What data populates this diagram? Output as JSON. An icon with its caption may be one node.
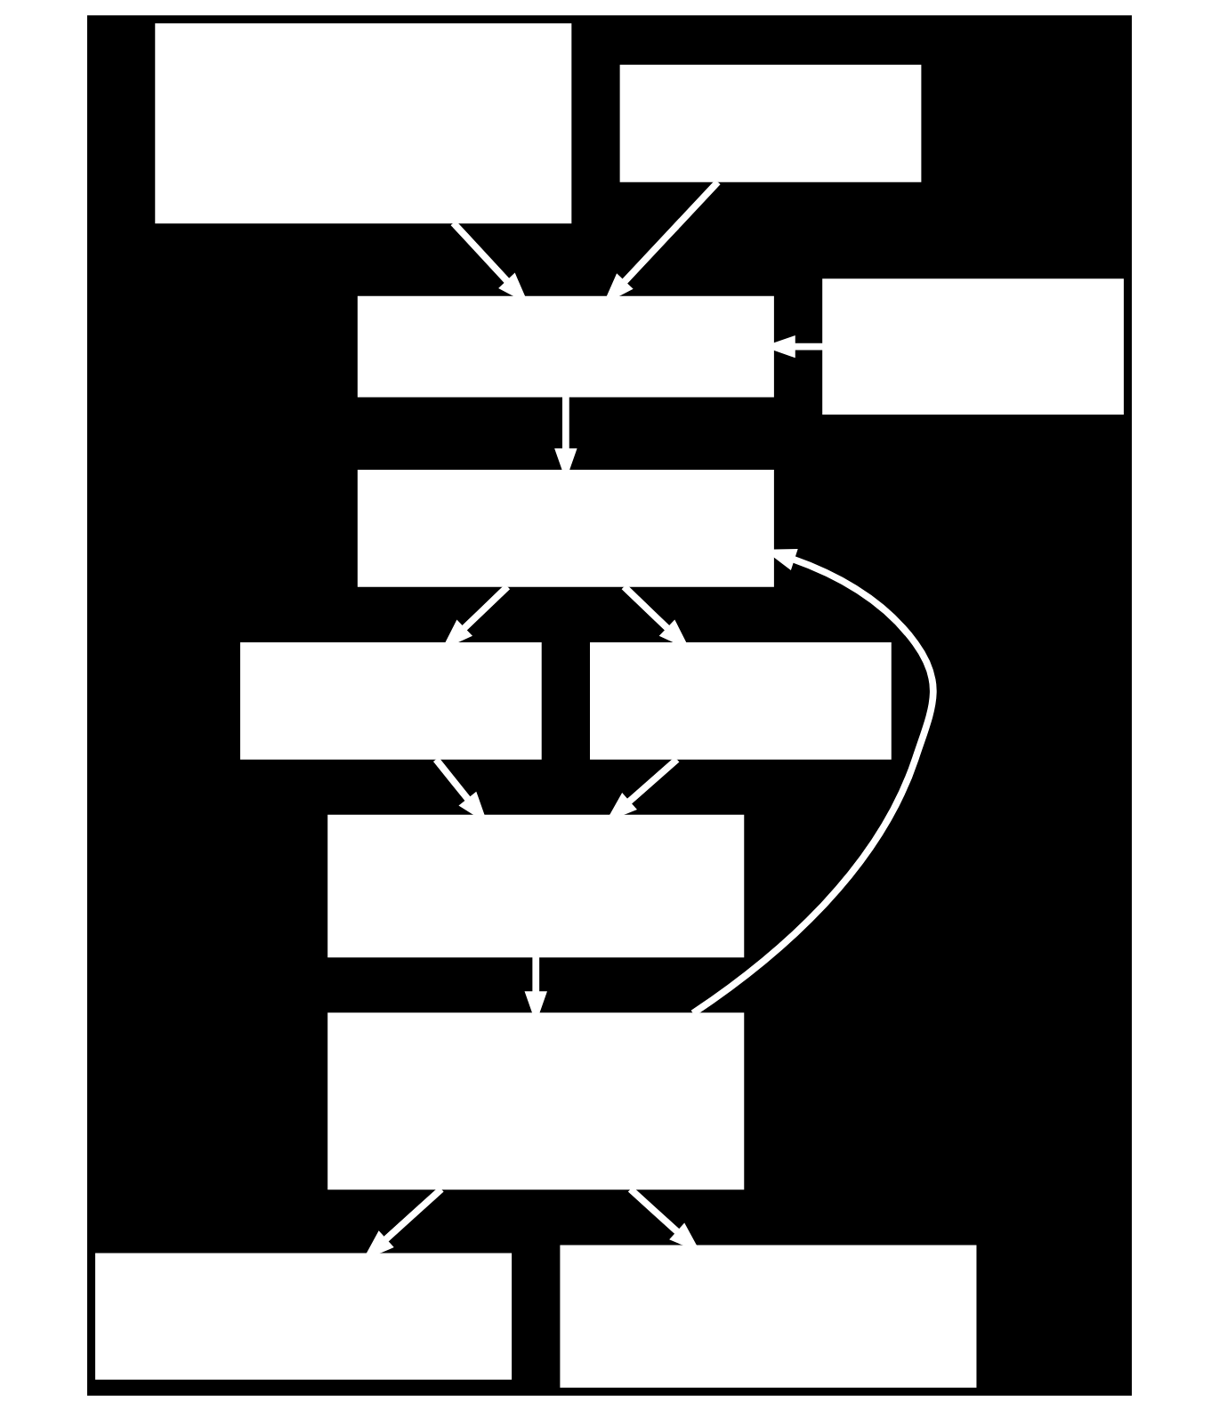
{
  "diagram": {
    "nodes": [
      {
        "text": [],
        "shape": "box"
      },
      {
        "text": [],
        "shape": "box"
      },
      {
        "text": [],
        "shape": "box"
      },
      {
        "text": [],
        "shape": "box"
      },
      {
        "text": [],
        "shape": "box"
      },
      {
        "text": [],
        "shape": "box"
      },
      {
        "text": [],
        "shape": "box"
      },
      {
        "text": [],
        "shape": "box"
      },
      {
        "text": [],
        "shape": "box"
      },
      {
        "text": [],
        "shape": "box"
      },
      {
        "text": [],
        "shape": "box"
      }
    ],
    "edges": [
      {
        "from": 0,
        "to": 2,
        "arrow": "to"
      },
      {
        "from": 1,
        "to": 2,
        "arrow": "to"
      },
      {
        "from": 3,
        "to": 2,
        "arrow": "to"
      },
      {
        "from": 2,
        "to": 4,
        "arrow": "to"
      },
      {
        "from": 4,
        "to": 5,
        "arrow": "to"
      },
      {
        "from": 4,
        "to": 6,
        "arrow": "to"
      },
      {
        "from": 5,
        "to": 7,
        "arrow": "to"
      },
      {
        "from": 6,
        "to": 7,
        "arrow": "to"
      },
      {
        "from": 7,
        "to": 8,
        "arrow": "to"
      },
      {
        "from": 8,
        "to": 4,
        "arrow": "to"
      },
      {
        "from": 8,
        "to": 9,
        "arrow": "to"
      },
      {
        "from": 8,
        "to": 10,
        "arrow": "to"
      }
    ]
  }
}
